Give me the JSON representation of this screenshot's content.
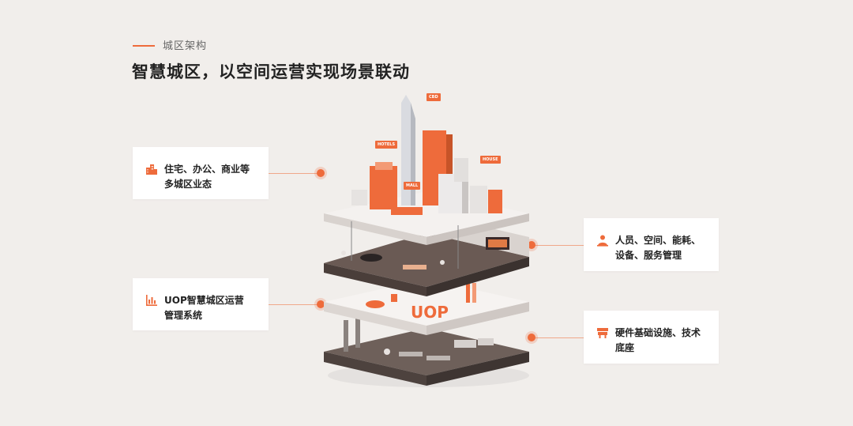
{
  "header": {
    "kicker": "城区架构",
    "title": "智慧城区，以空间运营实现场景联动"
  },
  "cards": {
    "left_top": {
      "line1": "住宅、办公、商业等",
      "line2": "多城区业态",
      "icon": "building-icon"
    },
    "left_bottom": {
      "line1": "UOP智慧城区运营",
      "line2": "管理系统",
      "icon": "bar-chart-icon"
    },
    "right_top": {
      "line1": "人员、空间、能耗、",
      "line2": "设备、服务管理",
      "icon": "person-icon"
    },
    "right_bottom": {
      "line1": "硬件基础设施、技术",
      "line2": "底座",
      "icon": "storefront-icon"
    }
  },
  "diagram": {
    "tags": {
      "cbd": "CBD",
      "hotel": "HOTELS",
      "house": "HOUSE",
      "mall": "MALL"
    },
    "uop_logo": "UOP"
  },
  "colors": {
    "accent": "#ee6b3b",
    "background": "#f1eeeb",
    "dark_floor": "#6a5a54"
  }
}
